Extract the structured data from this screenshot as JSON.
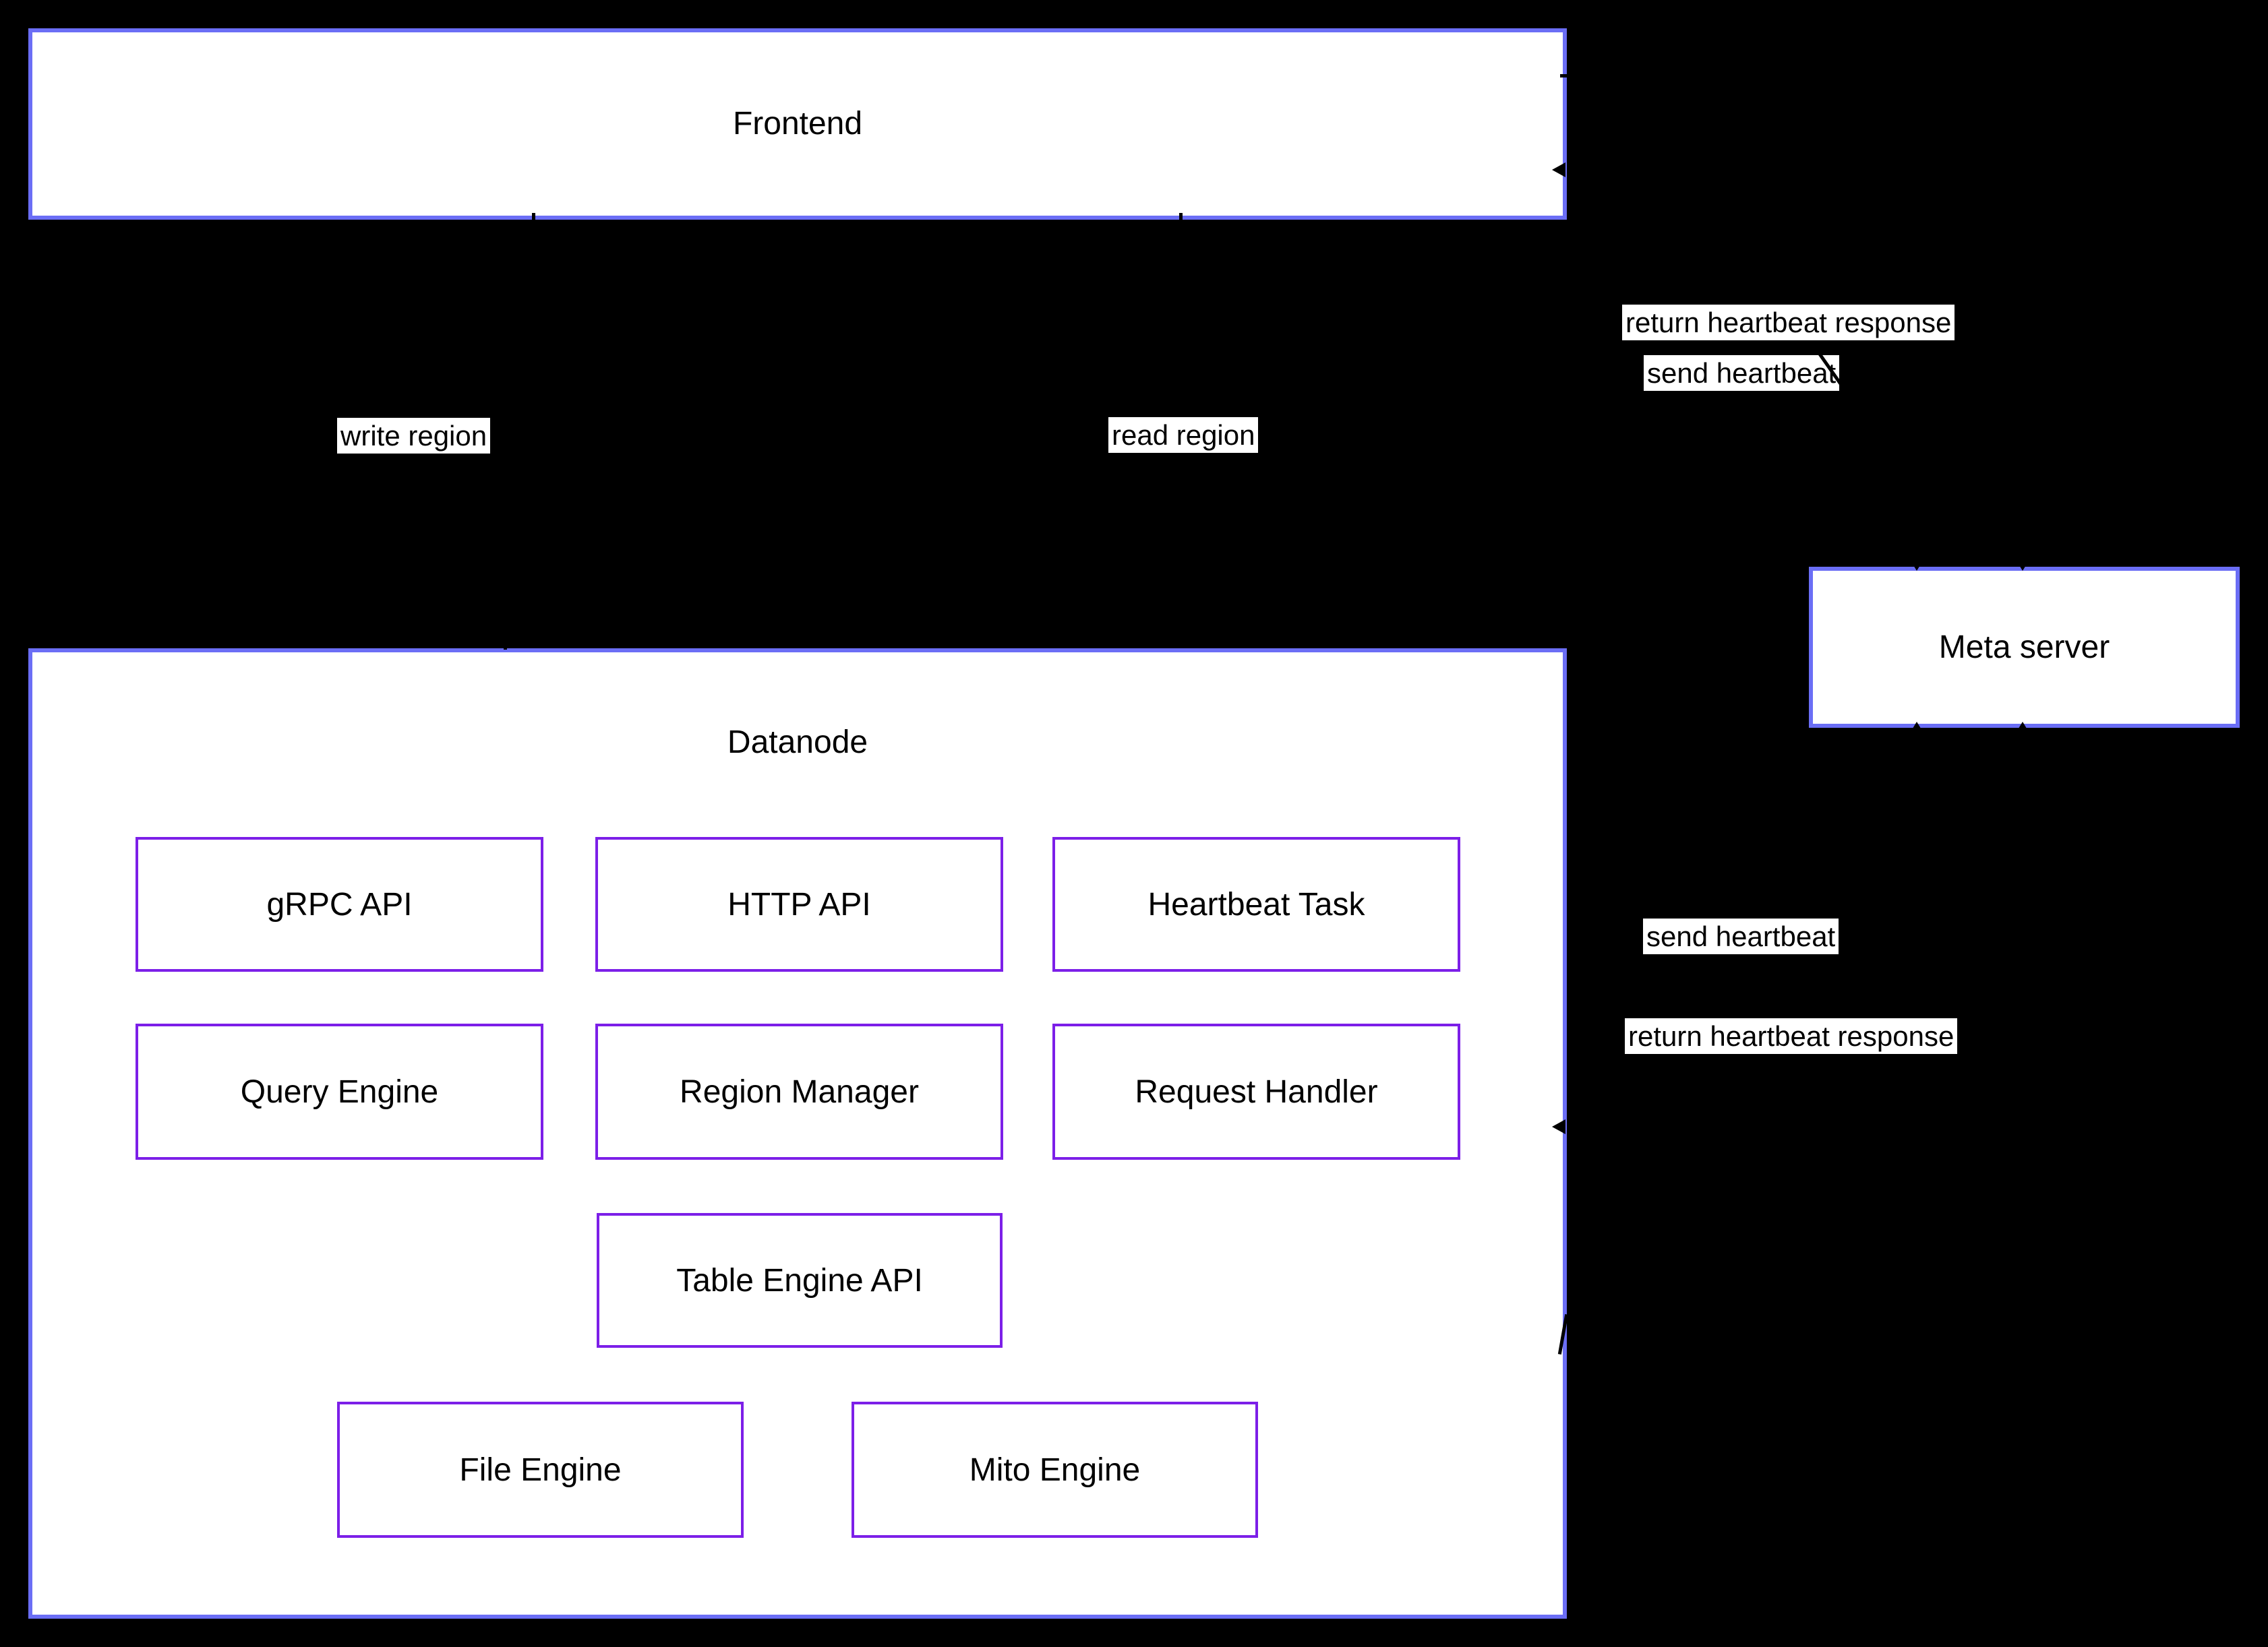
{
  "diagram": {
    "background_color": "#000000",
    "outer_node_border_color": "#6b6ef5",
    "inner_node_border_color": "#7c1fe8",
    "node_fill_color": "#ffffff",
    "text_color": "#000000",
    "nodes": {
      "frontend": {
        "label": "Frontend"
      },
      "meta_server": {
        "label": "Meta server"
      },
      "datanode": {
        "label": "Datanode"
      }
    },
    "datanode_components": [
      {
        "id": "grpc-api",
        "label": "gRPC API"
      },
      {
        "id": "http-api",
        "label": "HTTP API"
      },
      {
        "id": "heartbeat-task",
        "label": "Heartbeat Task"
      },
      {
        "id": "query-engine",
        "label": "Query Engine"
      },
      {
        "id": "region-manager",
        "label": "Region Manager"
      },
      {
        "id": "request-handler",
        "label": "Request Handler"
      },
      {
        "id": "table-engine-api",
        "label": "Table Engine API"
      },
      {
        "id": "file-engine",
        "label": "File Engine"
      },
      {
        "id": "mito-engine",
        "label": "Mito Engine"
      }
    ],
    "edge_labels": {
      "write_region": "write region",
      "read_region": "read region",
      "frontend_send_heartbeat": "send heartbeat",
      "frontend_return_heartbeat_response": "return heartbeat response",
      "datanode_send_heartbeat": "send heartbeat",
      "datanode_return_heartbeat_response": "return heartbeat response"
    }
  }
}
